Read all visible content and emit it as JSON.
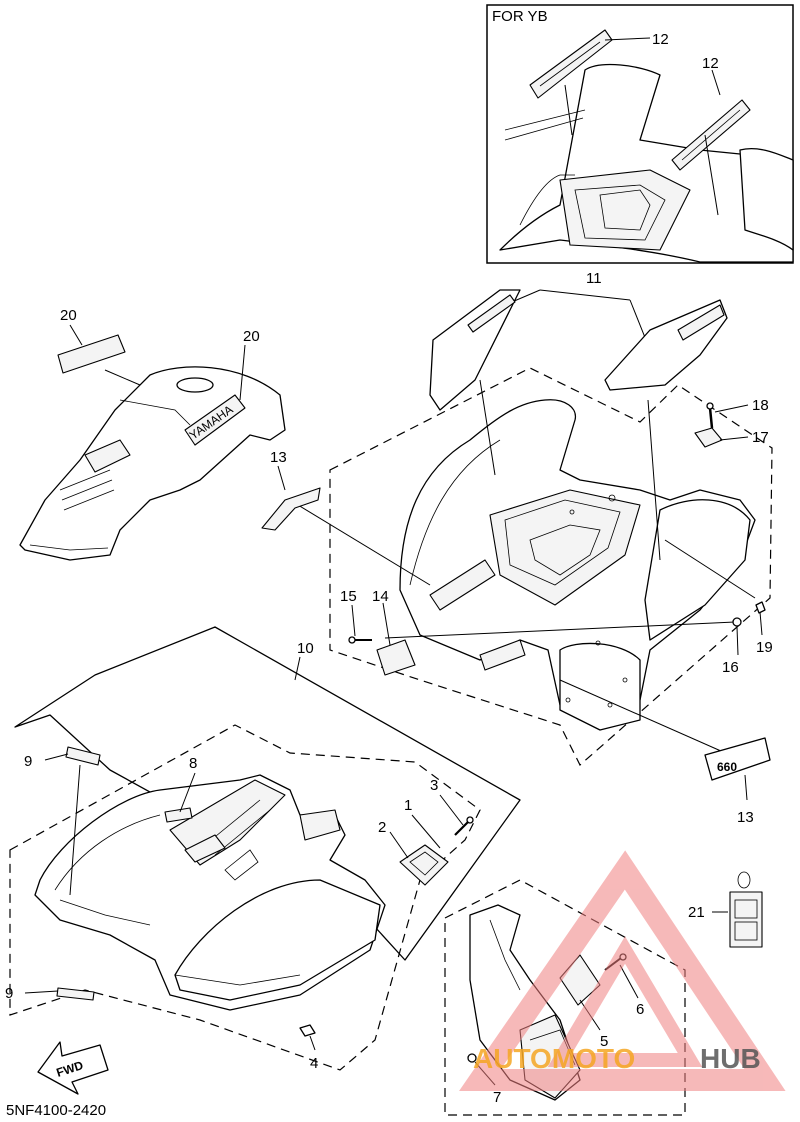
{
  "diagram": {
    "inset_title": "FOR YB",
    "part_code": "5NF4100-2420",
    "fwd_arrow_text": "FWD",
    "watermark": {
      "prefix": "AUTOMOTO",
      "suffix": "HUB",
      "color_prefix": "#f5a623",
      "color_suffix": "#555555",
      "triangle_color": "#f08080"
    },
    "callouts": {
      "c12a": "12",
      "c12b": "12",
      "c11": "11",
      "c20a": "20",
      "c20b": "20",
      "c18": "18",
      "c17": "17",
      "c13a": "13",
      "c13b": "13",
      "c15": "15",
      "c14": "14",
      "c19": "19",
      "c16": "16",
      "c10": "10",
      "c9a": "9",
      "c9b": "9",
      "c8": "8",
      "c3": "3",
      "c1": "1",
      "c2": "2",
      "c21": "21",
      "c6": "6",
      "c5": "5",
      "c4": "4",
      "c7": "7"
    },
    "decal_texts": {
      "yamaha": "YAMAHA",
      "model": "660"
    }
  }
}
